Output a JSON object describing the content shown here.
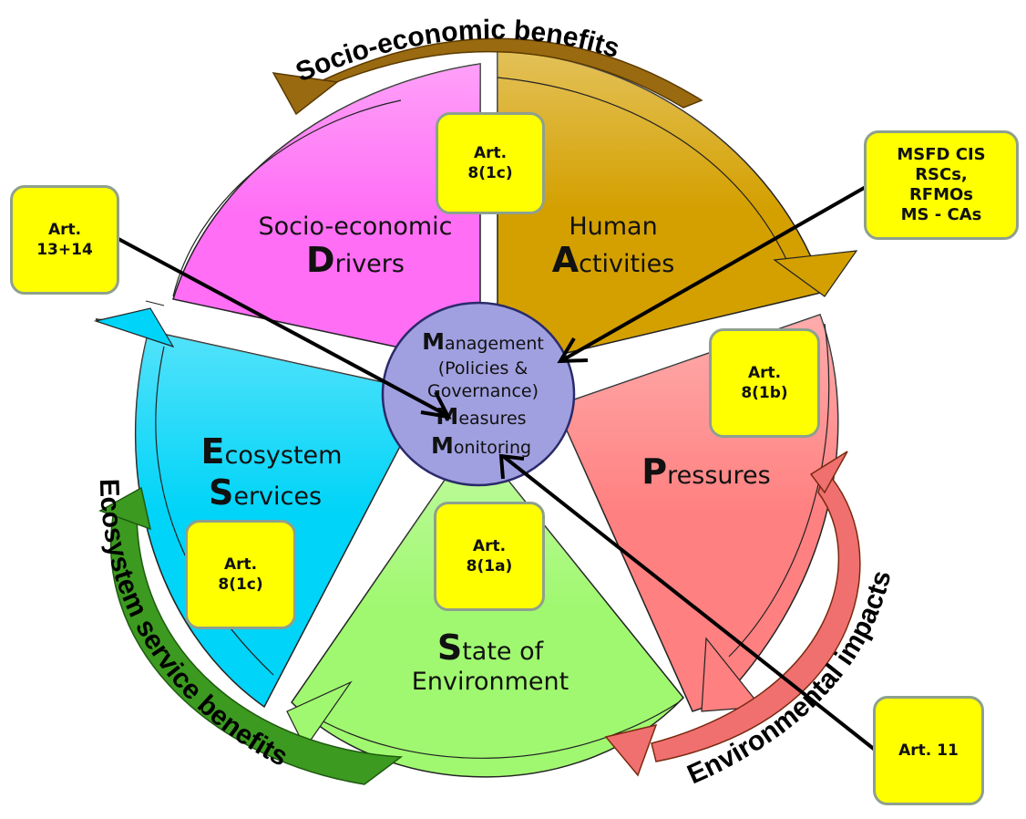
{
  "diagram": {
    "colors": {
      "drivers": "#ff6ef5",
      "activities": "#d4a000",
      "pressures": "#ff8080",
      "state": "#a0f870",
      "services": "#00d4f8",
      "center": "#a0a0e0",
      "label_box": "#ffff00",
      "socio_arrow": "#9a6a10",
      "eco_arrow": "#3c9a20",
      "env_arrow": "#f07070"
    },
    "segments": [
      {
        "id": "drivers",
        "cap": "D",
        "line1": "Socio-economic",
        "rest": "rivers"
      },
      {
        "id": "activities",
        "line1": "Human",
        "cap": "A",
        "rest": "ctivities"
      },
      {
        "id": "pressures",
        "cap": "P",
        "rest": "ressures"
      },
      {
        "id": "state",
        "cap": "S",
        "rest": "tate of",
        "line2": "Environment"
      },
      {
        "id": "services",
        "cap1": "E",
        "rest1": "cosystem",
        "cap2": "S",
        "rest2": "ervices"
      }
    ],
    "center": {
      "line1_cap": "M",
      "line1_rest": "anagement",
      "line2": "(Policies &",
      "line3": "Governance)",
      "line4_cap": "M",
      "line4_rest": "easures",
      "line5_cap": "M",
      "line5_rest": "onitoring"
    },
    "arc_labels": {
      "socio": "Socio-economic  benefits",
      "ecosystem": "Ecosystem  service  benefits",
      "environmental": "Environmental impacts"
    },
    "boxes": {
      "art_8_1c_top": {
        "line1": "Art.",
        "line2": "8(1c)"
      },
      "art_13_14": {
        "line1": "Art.",
        "line2": "13+14"
      },
      "msfd": {
        "line1": "MSFD CIS",
        "line2": "RSCs,",
        "line3": "RFMOs",
        "line4": "MS - CAs"
      },
      "art_8_1b": {
        "line1": "Art.",
        "line2": "8(1b)"
      },
      "art_8_1a": {
        "line1": "Art.",
        "line2": "8(1a)"
      },
      "art_8_1c_left": {
        "line1": "Art.",
        "line2": "8(1c)"
      },
      "art_11": {
        "line1": "Art. 11"
      }
    }
  }
}
